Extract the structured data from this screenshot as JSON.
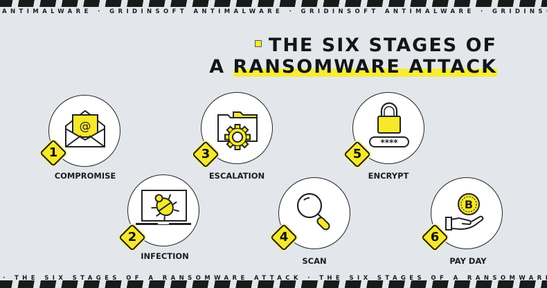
{
  "banner_top": {
    "text": "ANTIMALWARE · GRIDINSOFT ANTIMALWARE · GRIDINSOFT ANTIMALWARE · GRIDINSOFT ANTIMALWARE · GRIDINSOFT"
  },
  "banner_bottom": {
    "text": "· THE SIX STAGES OF A RANSOMWARE ATTACK · THE SIX STAGES OF A RANSOMWARE ATTACK · THE SIX STAGES OF A RANSOMWARE ATTACK"
  },
  "title": {
    "line1": "THE SIX STAGES OF",
    "line2_prefix": "A ",
    "line2_highlight": "RANSOMWARE ATTACK"
  },
  "colors": {
    "accent": "#f7e82c",
    "background": "#e3e7ec",
    "ink": "#1a1a1a"
  },
  "stages": [
    {
      "number": "1",
      "label": "COMPROMISE",
      "icon": "envelope-at-icon"
    },
    {
      "number": "2",
      "label": "INFECTION",
      "icon": "laptop-bug-icon"
    },
    {
      "number": "3",
      "label": "ESCALATION",
      "icon": "folder-gear-icon"
    },
    {
      "number": "4",
      "label": "SCAN",
      "icon": "magnifier-icon"
    },
    {
      "number": "5",
      "label": "ENCRYPT",
      "icon": "padlock-password-icon"
    },
    {
      "number": "6",
      "label": "PAY DAY",
      "icon": "hand-bitcoin-icon"
    }
  ]
}
